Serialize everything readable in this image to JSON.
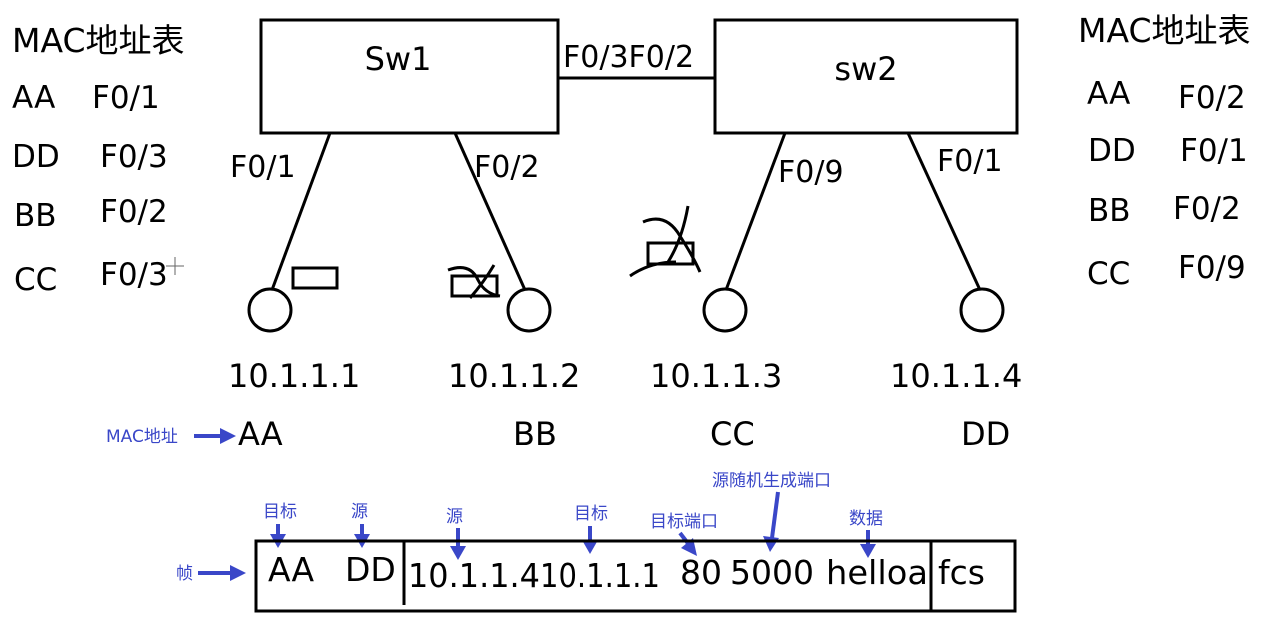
{
  "left_table": {
    "title": "MAC地址表",
    "rows": [
      {
        "mac": "AA",
        "port": "F0/1"
      },
      {
        "mac": "DD",
        "port": "F0/3"
      },
      {
        "mac": "BB",
        "port": "F0/2"
      },
      {
        "mac": "CC",
        "port": "F0/3"
      }
    ]
  },
  "right_table": {
    "title": "MAC地址表",
    "rows": [
      {
        "mac": "AA",
        "port": "F0/2"
      },
      {
        "mac": "DD",
        "port": "F0/1"
      },
      {
        "mac": "BB",
        "port": "F0/2"
      },
      {
        "mac": "CC",
        "port": "F0/9"
      }
    ]
  },
  "switches": {
    "sw1": {
      "label": "Sw1"
    },
    "sw2": {
      "label": "sw2"
    },
    "trunk_label": "F0/3F0/2"
  },
  "links": {
    "sw1_left": "F0/1",
    "sw1_right": "F0/2",
    "sw2_left": "F0/9",
    "sw2_right": "F0/1"
  },
  "hosts": [
    {
      "ip": "10.1.1.1",
      "mac": "AA"
    },
    {
      "ip": "10.1.1.2",
      "mac": "BB"
    },
    {
      "ip": "10.1.1.3",
      "mac": "CC"
    },
    {
      "ip": "10.1.1.4",
      "mac": "DD"
    }
  ],
  "annotations": {
    "mac_label": "MAC地址",
    "frame_label": "帧",
    "dst_label_1": "目标",
    "src_label_1": "源",
    "src_label_2": "源",
    "dst_label_2": "目标",
    "dst_port_label": "目标端口",
    "src_port_label": "源随机生成端口",
    "data_label": "数据"
  },
  "frame": {
    "dst_mac": "AA",
    "src_mac": "DD",
    "src_ip": "10.1.1.4",
    "dst_ip": "10.1.1.1",
    "dst_port": "80",
    "src_port": "5000",
    "payload": "helloa",
    "fcs": "fcs"
  },
  "colors": {
    "annotation": "#3a47c8",
    "ink": "#000000"
  }
}
